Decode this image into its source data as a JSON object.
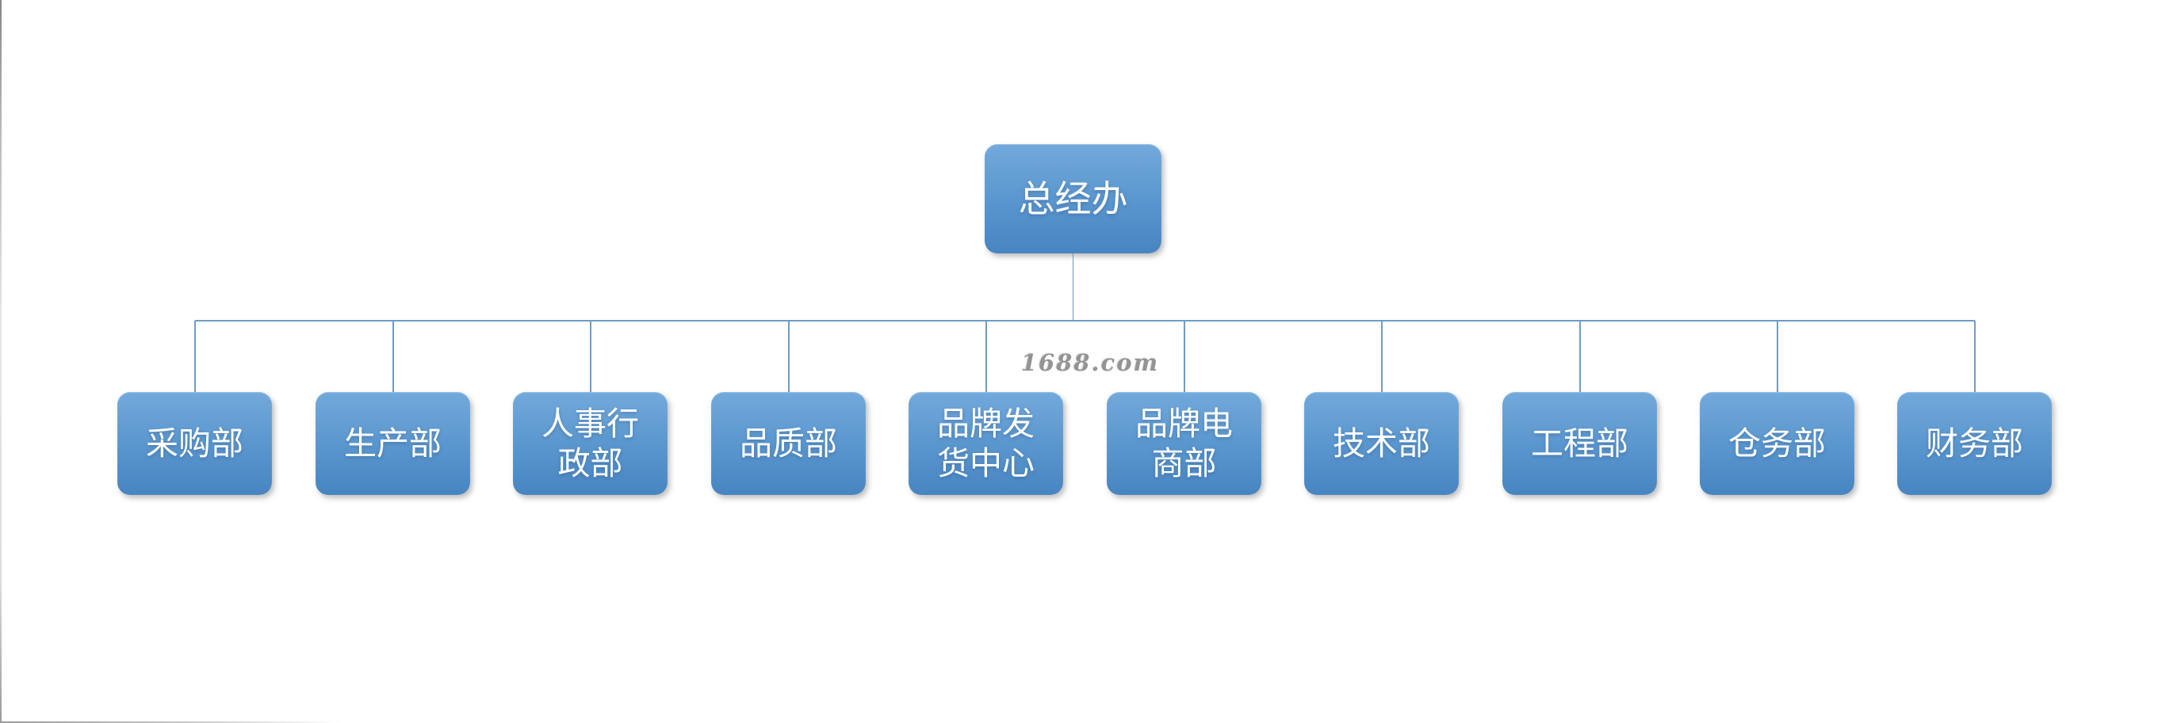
{
  "diagram": {
    "type": "org-chart",
    "watermark": "1688.com",
    "root": {
      "label": "总经办"
    },
    "children": [
      {
        "label": "采购部"
      },
      {
        "label": "生产部"
      },
      {
        "label": "人事行政部"
      },
      {
        "label": "品质部"
      },
      {
        "label": "品牌发货中心"
      },
      {
        "label": "品牌电商部"
      },
      {
        "label": "技术部"
      },
      {
        "label": "工程部"
      },
      {
        "label": "仓务部"
      },
      {
        "label": "财务部"
      }
    ],
    "colors": {
      "node_fill_top": "#72A9DB",
      "node_fill_bottom": "#4785C2",
      "node_text": "#FFFFFF",
      "connector": "#6F9DC6",
      "watermark": "#949494",
      "background": "#FFFFFF"
    }
  }
}
